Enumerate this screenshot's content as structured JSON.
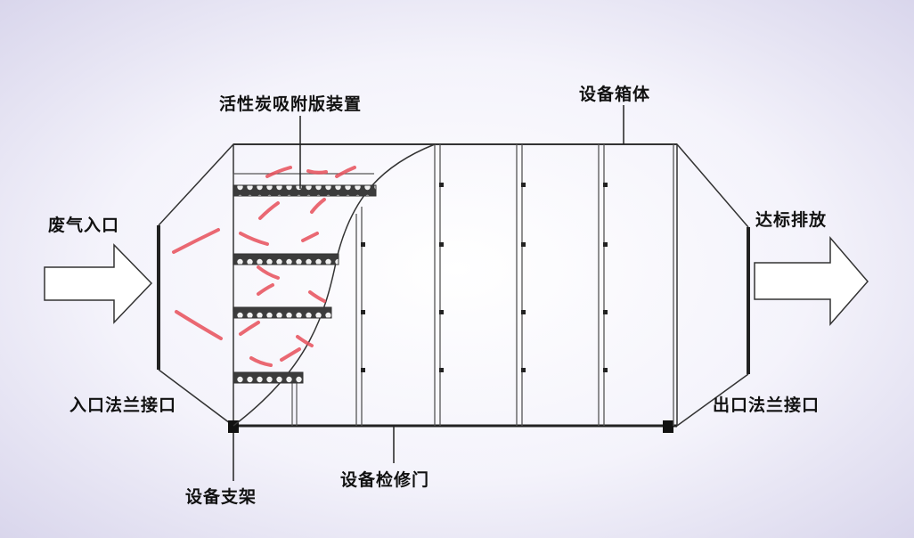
{
  "labels": {
    "carbon_device": "活性炭吸附版装置",
    "box": "设备箱体",
    "inlet": "废气入口",
    "outlet": "达标排放",
    "inlet_flange": "入口法兰接口",
    "outlet_flange": "出口法兰接口",
    "support": "设备支架",
    "door": "设备检修门"
  },
  "colors": {
    "line": "#333333",
    "airflow": "#e8505b",
    "filter": "#444444"
  }
}
